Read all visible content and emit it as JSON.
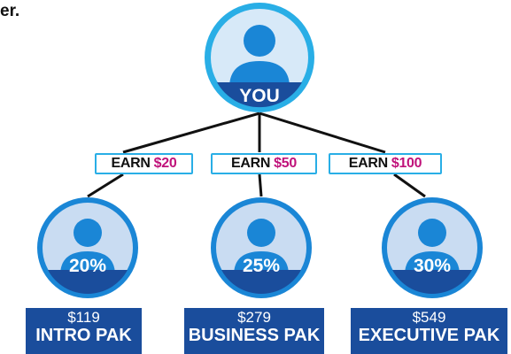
{
  "header_fragment": "er.",
  "top_node": {
    "label": "YOU"
  },
  "earn_labels": [
    {
      "prefix": "EARN",
      "amount": "$20"
    },
    {
      "prefix": "EARN",
      "amount": "$50"
    },
    {
      "prefix": "EARN",
      "amount": "$100"
    }
  ],
  "child_nodes": [
    {
      "percent": "20%"
    },
    {
      "percent": "25%"
    },
    {
      "percent": "30%"
    }
  ],
  "paks": [
    {
      "price": "$119",
      "name": "INTRO PAK"
    },
    {
      "price": "$279",
      "name": "BUSINESS PAK"
    },
    {
      "price": "$549",
      "name": "EXECUTIVE PAK"
    }
  ],
  "colors": {
    "ring": "#29aee6",
    "badge": "#1a4d9c",
    "silhouette": "#1a86d6",
    "avatar_bg_light": "#d7e9f8",
    "earn_amount": "#c0127a",
    "pak_bg": "#1a4d9c"
  }
}
